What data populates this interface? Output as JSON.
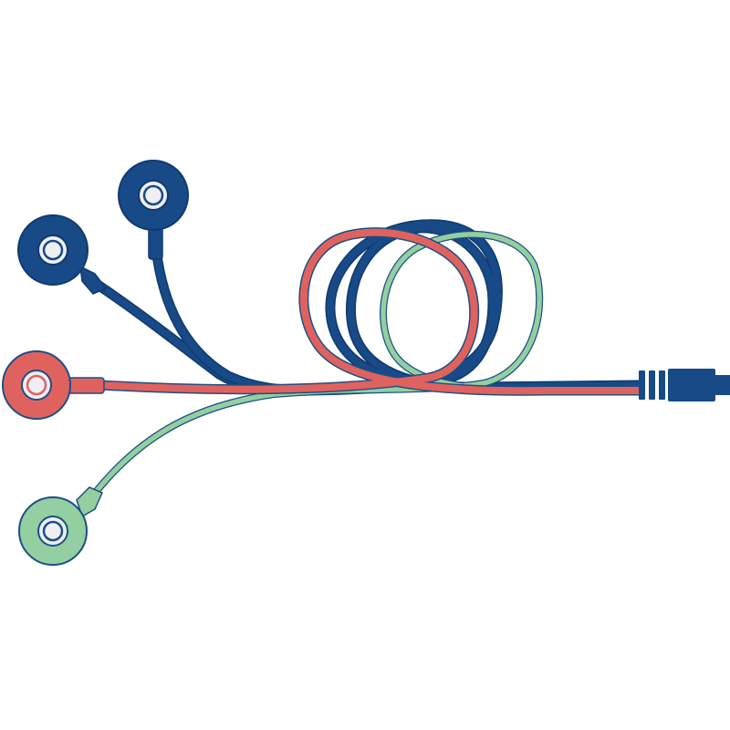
{
  "colors": {
    "background": "#ffffff",
    "navy": "#174a87",
    "navy_dark": "#113a6e",
    "red": "#e0625f",
    "green": "#93cfa0",
    "outline": "#1d4f86",
    "snap_face": "#eeeef3"
  },
  "illustration": {
    "electrodes": [
      {
        "name": "electrode-navy-1",
        "color": "navy"
      },
      {
        "name": "electrode-navy-2",
        "color": "navy"
      },
      {
        "name": "electrode-red",
        "color": "red"
      },
      {
        "name": "electrode-green",
        "color": "green"
      }
    ],
    "connector": {
      "color": "navy"
    }
  }
}
